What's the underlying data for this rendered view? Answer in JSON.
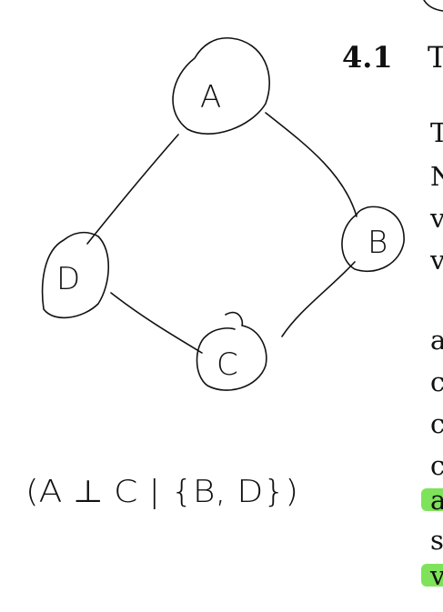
{
  "diagram": {
    "nodes": [
      {
        "id": "A",
        "label": "A"
      },
      {
        "id": "B",
        "label": "B"
      },
      {
        "id": "C",
        "label": "C"
      },
      {
        "id": "D",
        "label": "D"
      }
    ],
    "edges": [
      {
        "from": "A",
        "to": "B"
      },
      {
        "from": "A",
        "to": "D"
      },
      {
        "from": "B",
        "to": "C"
      },
      {
        "from": "D",
        "to": "C"
      }
    ],
    "formula": "(A ⊥ C | {B, D})"
  },
  "page_text": {
    "section_number": "4.1",
    "section_title_fragment": "T",
    "text_fragments": [
      "T",
      "N",
      "v",
      "v",
      "a",
      "c",
      "c",
      "c",
      "a",
      "s",
      "v"
    ]
  },
  "highlight_color": "#7ee35a"
}
